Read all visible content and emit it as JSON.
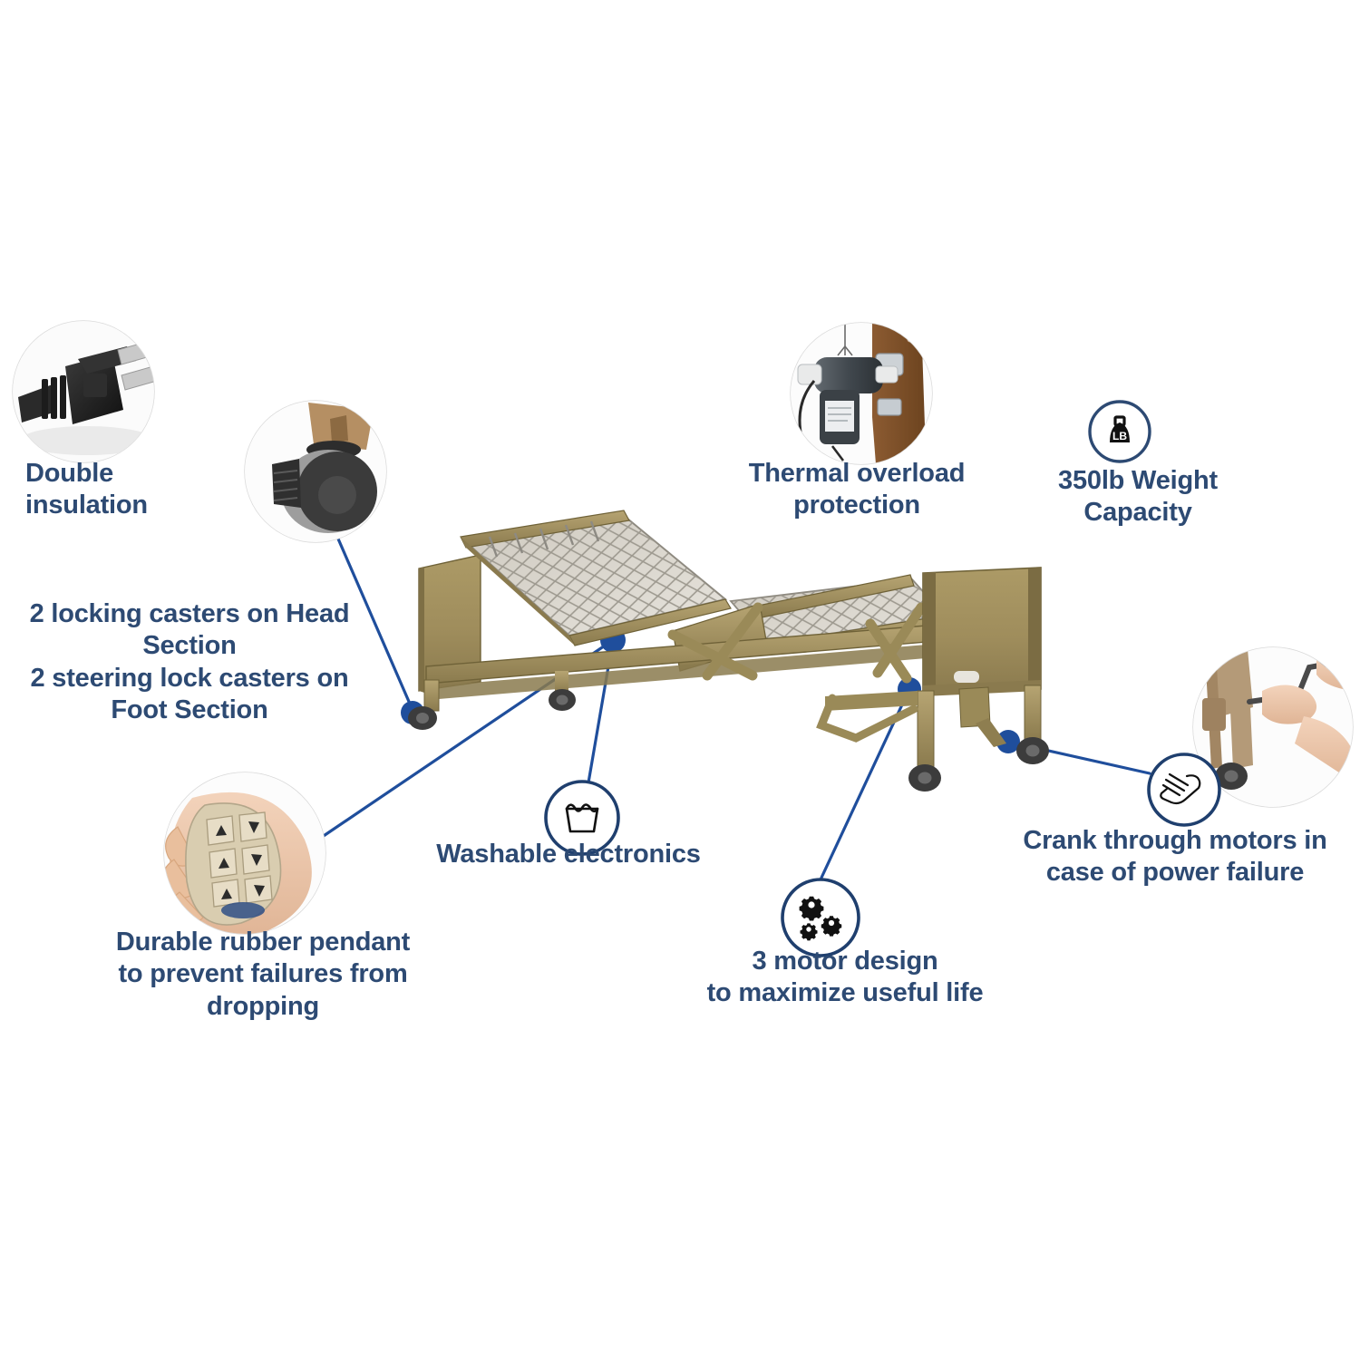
{
  "meta": {
    "subject": "Semi-electric / full-electric homecare hospital bed feature callout diagram",
    "background_color": "#ffffff",
    "text_color": "#2d4a73",
    "line_color": "#1f4e9c",
    "dot_color": "#1f4e9c",
    "bed_frame_color": "#9d8b5d",
    "bed_panel_color": "#a59361"
  },
  "callouts": [
    {
      "id": "double-insulation",
      "text": "Double\ninsulation",
      "media": "photo",
      "media_name": "power-plug-photo",
      "align": "left",
      "font_size": 29
    },
    {
      "id": "casters",
      "text": "2 locking casters on Head\nSection\n2 steering lock casters on\nFoot Section",
      "media": "photo",
      "media_name": "caster-wheel-photo",
      "align": "center",
      "font_size": 29
    },
    {
      "id": "thermal-overload",
      "text": "Thermal overload\nprotection",
      "media": "photo",
      "media_name": "motor-thermal-photo",
      "align": "center",
      "font_size": 29
    },
    {
      "id": "weight-capacity",
      "text": "350lb Weight\nCapacity",
      "media": "icon",
      "media_name": "weight-lb-icon",
      "icon_label": "LB",
      "align": "center",
      "font_size": 29
    },
    {
      "id": "pendant",
      "text": "Durable rubber pendant\nto prevent failures from\ndropping",
      "media": "photo",
      "media_name": "hand-pendant-photo",
      "align": "center",
      "font_size": 29
    },
    {
      "id": "washable",
      "text": "Washable electronics",
      "media": "icon",
      "media_name": "wash-tub-icon",
      "align": "center",
      "font_size": 29
    },
    {
      "id": "three-motor",
      "text": "3 motor design\nto maximize useful life",
      "media": "icon",
      "media_name": "gears-icon",
      "align": "center",
      "font_size": 29
    },
    {
      "id": "crank",
      "text": "Crank through motors in\ncase of power failure",
      "media": "icon-and-photo",
      "media_name": "hand-crank-icon",
      "photo_name": "crank-handle-photo",
      "align": "center",
      "font_size": 29
    }
  ]
}
